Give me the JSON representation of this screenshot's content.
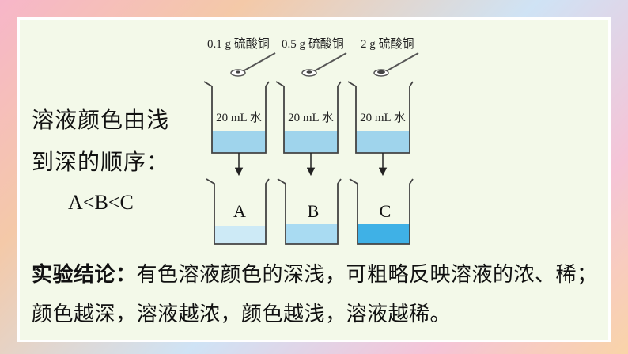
{
  "side": {
    "line1": "溶液颜色由浅",
    "line2": "到深的顺序：",
    "order": "A<B<C"
  },
  "experiment": {
    "water_label": "20 mL 水",
    "beakers": [
      {
        "sulfate_label": "0.1 g 硫酸铜",
        "result_label": "A",
        "result_color": "#cdeaf6"
      },
      {
        "sulfate_label": "0.5 g 硫酸铜",
        "result_label": "B",
        "result_color": "#a9dbf2"
      },
      {
        "sulfate_label": "2 g 硫酸铜",
        "result_label": "C",
        "result_color": "#3fb1e6"
      }
    ],
    "water_color": "#9fd4ec"
  },
  "conclusion": {
    "lead": "实验结论：",
    "body": "有色溶液颜色的深浅，可粗略反映溶液的浓、稀；颜色越深，溶液越浓，颜色越浅，溶液越稀。"
  }
}
